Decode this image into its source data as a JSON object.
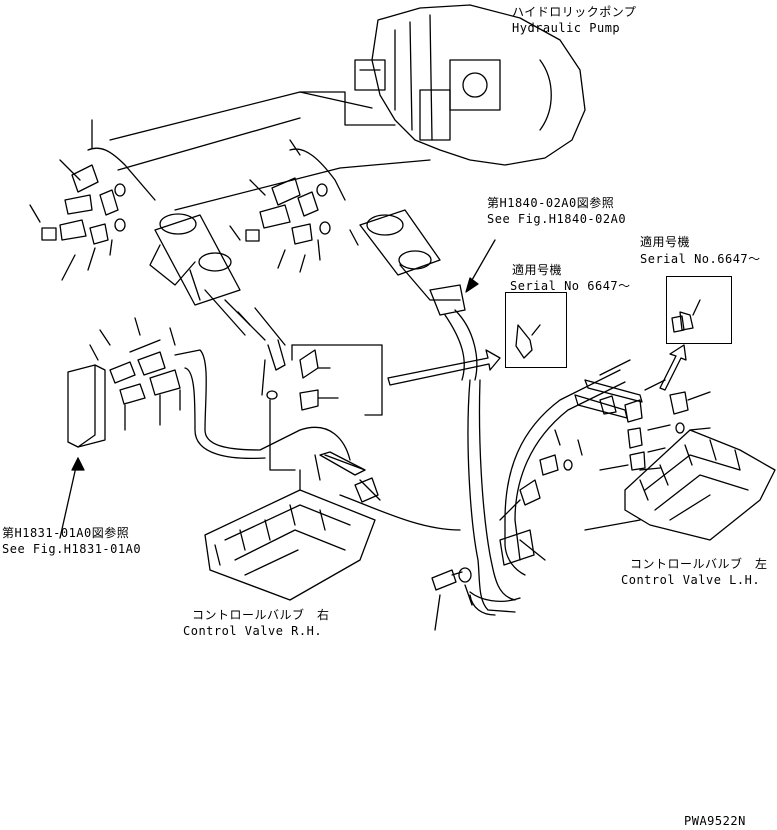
{
  "labels": {
    "pump_jp": "ハイドロリックポンプ",
    "pump_en": "Hydraulic Pump",
    "ref_h1840_jp": "第H1840-02A0図参照",
    "ref_h1840_en": "See Fig.H1840-02A0",
    "serial_a_jp": "適用号機",
    "serial_a_en": "Serial No.6647～",
    "serial_b_jp": "適用号機",
    "serial_b_en": "Serial No 6647～",
    "ref_h1831_jp": "第H1831-01A0図参照",
    "ref_h1831_en": "See Fig.H1831-01A0",
    "cv_rh_jp": "コントロールバルブ　右",
    "cv_rh_en": "Control Valve R.H.",
    "cv_lh_jp": "コントロールバルブ　左",
    "cv_lh_en": "Control Valve L.H.",
    "drawing_no": "PWA9522N"
  }
}
